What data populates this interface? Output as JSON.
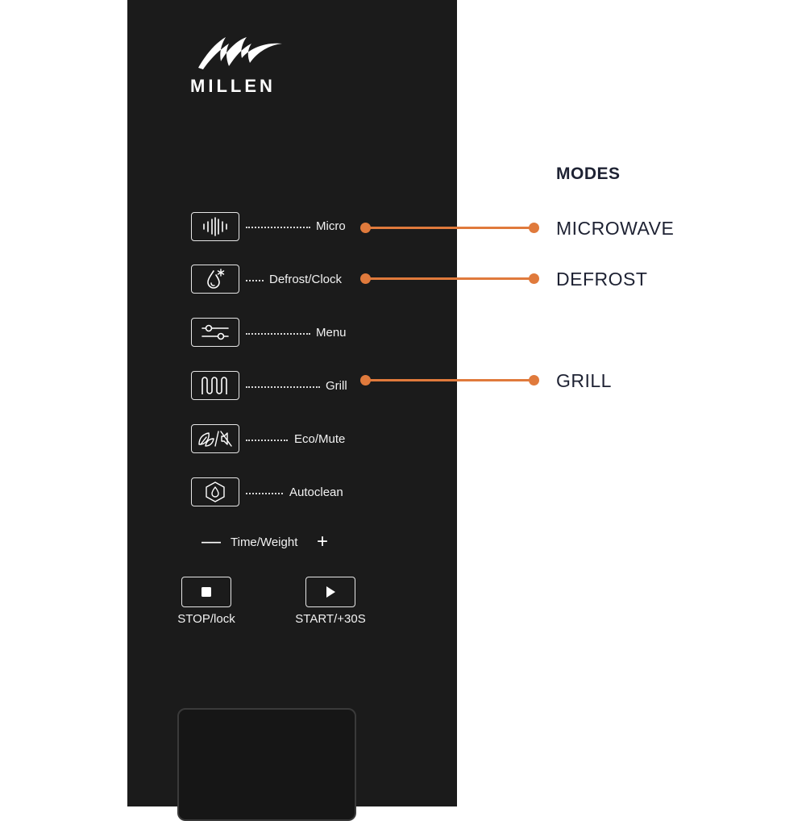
{
  "brand": {
    "name": "MILLEN",
    "logo_icon": "millen-wave-logo"
  },
  "keys": [
    {
      "id": "micro",
      "label": "Micro",
      "icon": "microwave-waves-icon"
    },
    {
      "id": "defrost",
      "label": "Defrost/Clock",
      "icon": "defrost-drop-icon"
    },
    {
      "id": "menu",
      "label": "Menu",
      "icon": "menu-sliders-icon"
    },
    {
      "id": "grill",
      "label": "Grill",
      "icon": "grill-coil-icon"
    },
    {
      "id": "eco",
      "label": "Eco/Mute",
      "icon": "eco-mute-icon"
    },
    {
      "id": "autoclean",
      "label": "Autoclean",
      "icon": "autoclean-drop-icon"
    }
  ],
  "time_weight": {
    "label": "Time/Weight",
    "minus": "—",
    "plus": "+"
  },
  "controls": {
    "stop": {
      "label": "STOP/lock",
      "icon": "stop-square-icon"
    },
    "start": {
      "label": "START/+30S",
      "icon": "play-triangle-icon"
    }
  },
  "modes": {
    "title": "MODES",
    "items": [
      "MICROWAVE",
      "DEFROST",
      "GRILL"
    ]
  },
  "colors": {
    "panel": "#1b1b1b",
    "accent": "#e07a3c",
    "text_dark": "#1e2233"
  }
}
